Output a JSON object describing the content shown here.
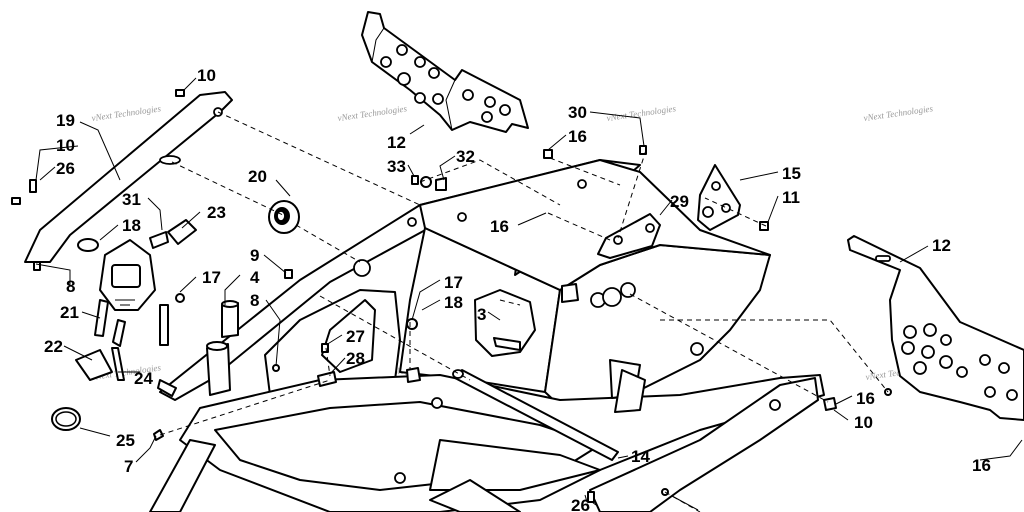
{
  "watermark": "vNext Technologies",
  "callouts": [
    {
      "id": "c10a",
      "text": "10"
    },
    {
      "id": "c19",
      "text": "19"
    },
    {
      "id": "c10b",
      "text": "10"
    },
    {
      "id": "c26a",
      "text": "26"
    },
    {
      "id": "c31",
      "text": "31"
    },
    {
      "id": "c18a",
      "text": "18"
    },
    {
      "id": "c23",
      "text": "23"
    },
    {
      "id": "c20",
      "text": "20"
    },
    {
      "id": "c9",
      "text": "9"
    },
    {
      "id": "c4",
      "text": "4"
    },
    {
      "id": "c8a",
      "text": "8"
    },
    {
      "id": "c8b",
      "text": "8"
    },
    {
      "id": "c17a",
      "text": "17"
    },
    {
      "id": "c21",
      "text": "21"
    },
    {
      "id": "c22",
      "text": "22"
    },
    {
      "id": "c24",
      "text": "24"
    },
    {
      "id": "c25",
      "text": "25"
    },
    {
      "id": "c7",
      "text": "7"
    },
    {
      "id": "c12a",
      "text": "12"
    },
    {
      "id": "c33",
      "text": "33"
    },
    {
      "id": "c32",
      "text": "32"
    },
    {
      "id": "c30",
      "text": "30"
    },
    {
      "id": "c16a",
      "text": "16"
    },
    {
      "id": "c16b",
      "text": "16"
    },
    {
      "id": "c17b",
      "text": "17"
    },
    {
      "id": "c18b",
      "text": "18"
    },
    {
      "id": "c3",
      "text": "3"
    },
    {
      "id": "c27",
      "text": "27"
    },
    {
      "id": "c28",
      "text": "28"
    },
    {
      "id": "c29",
      "text": "29"
    },
    {
      "id": "c15",
      "text": "15"
    },
    {
      "id": "c11",
      "text": "11"
    },
    {
      "id": "c12b",
      "text": "12"
    },
    {
      "id": "c16c",
      "text": "16"
    },
    {
      "id": "c10c",
      "text": "10"
    },
    {
      "id": "c16d",
      "text": "16"
    },
    {
      "id": "c14",
      "text": "14"
    },
    {
      "id": "c26b",
      "text": "26"
    }
  ]
}
